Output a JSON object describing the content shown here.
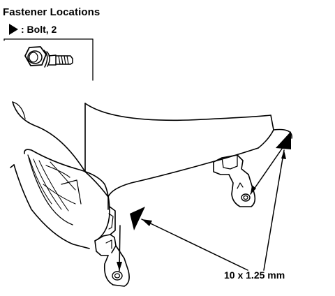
{
  "title": "Fastener Locations",
  "legend": {
    "marker_icon": "triangle-marker-icon",
    "label": ": Bolt, 2"
  },
  "spec_label": "10 x 1.25 mm",
  "colors": {
    "ink": "#000000",
    "paper": "#ffffff"
  }
}
